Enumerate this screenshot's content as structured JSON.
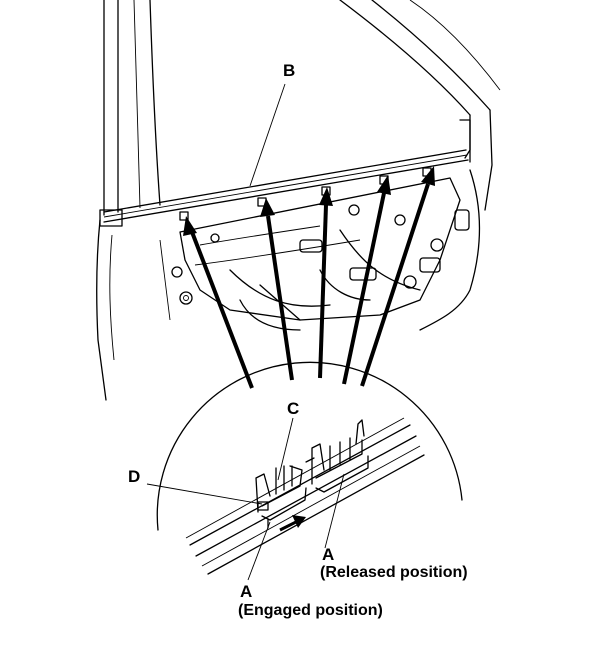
{
  "diagram": {
    "callouts": {
      "B": "B",
      "C": "C",
      "D": "D",
      "A_engaged_letter": "A",
      "A_engaged_text": "(Engaged position)",
      "A_released_letter": "A",
      "A_released_text": "(Released position)"
    },
    "parts": [
      "door-panel",
      "glass-run-channel-B",
      "clip-A",
      "clip-C",
      "clip-D",
      "detail-magnifier"
    ],
    "colors": {
      "ink": "#000000",
      "background": "#ffffff"
    }
  }
}
